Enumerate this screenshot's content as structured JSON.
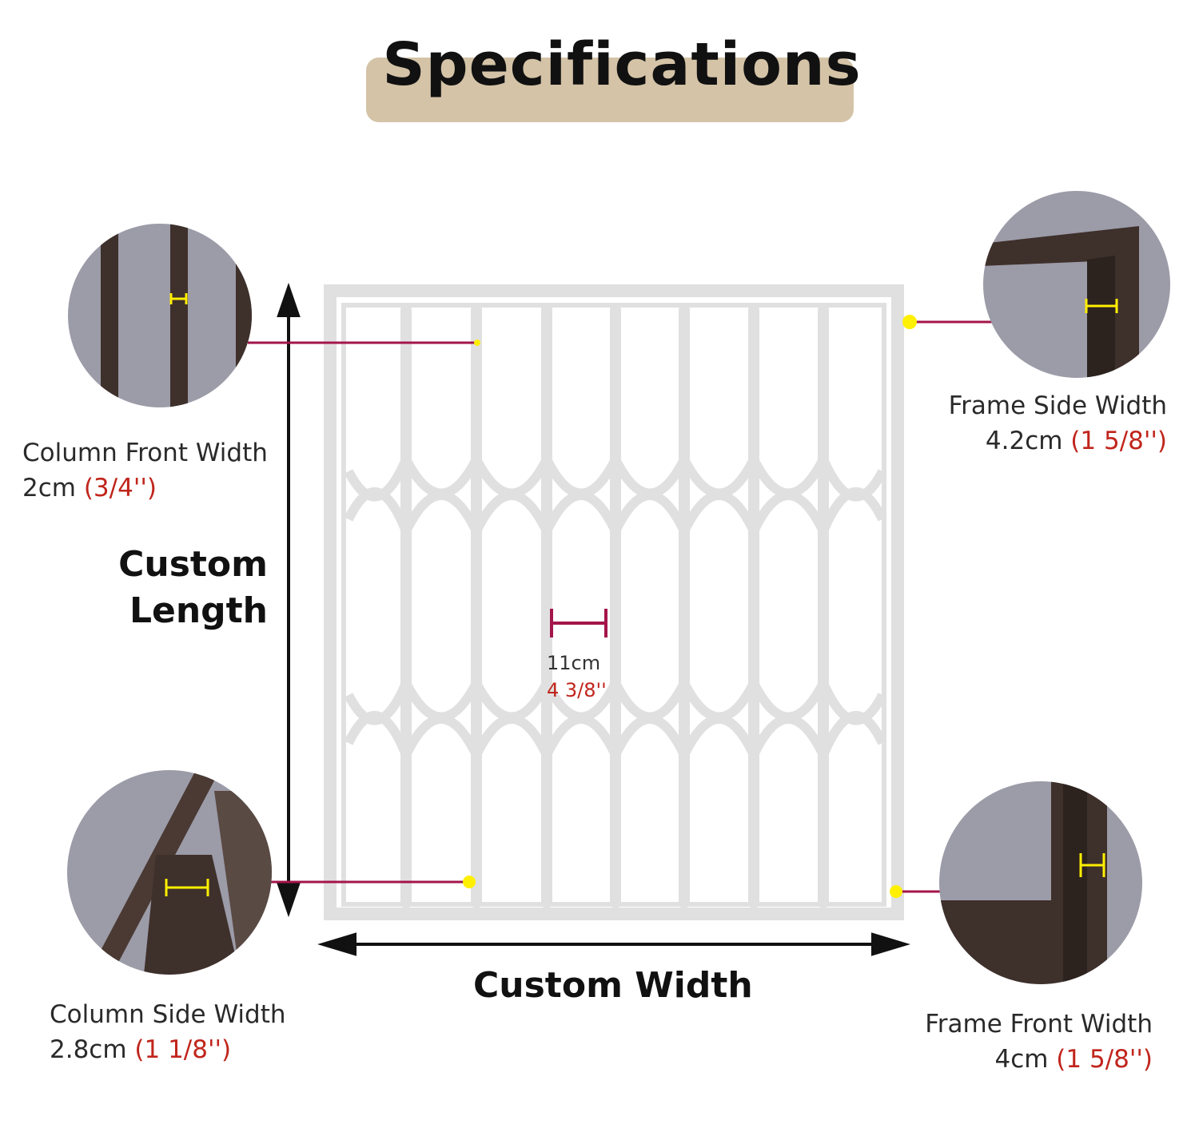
{
  "title": "Specifications",
  "dimensions": {
    "length_label": [
      "Custom",
      "Length"
    ],
    "width_label": "Custom Width",
    "gap": {
      "metric": "11cm",
      "imperial": "4 3/8''"
    }
  },
  "callouts": {
    "column_front": {
      "name": "Column Front Width",
      "metric": "2cm",
      "imperial": "(3/4'')"
    },
    "column_side": {
      "name": "Column Side Width",
      "metric": "2.8cm",
      "imperial": "(1 1/8'')"
    },
    "frame_side": {
      "name": "Frame Side Width",
      "metric": "4.2cm",
      "imperial": "(1 5/8'')"
    },
    "frame_front": {
      "name": "Frame Front Width",
      "metric": "4cm",
      "imperial": "(1 5/8'')"
    }
  },
  "colors": {
    "title_bg": "#d4c3a7",
    "frame": "#e0e0e0",
    "leader": "#a3154a",
    "marker": "#ffef00",
    "imperial_text": "#c0251c",
    "detail_bg": "#9b9aa6",
    "detail_metal": "#3e302b"
  }
}
